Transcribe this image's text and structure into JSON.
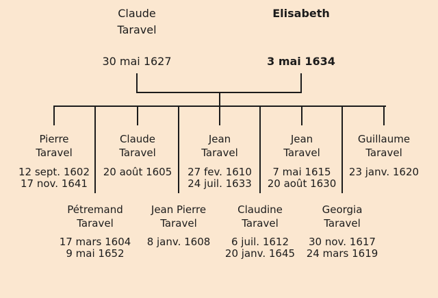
{
  "colors": {
    "background": "#FBE7D0",
    "line": "#1B1B1B",
    "text": "#1B1B1B"
  },
  "tree": {
    "parents": [
      {
        "name1": "Claude",
        "name2": "Taravel",
        "date1": "30 mai 1627"
      },
      {
        "name1": "Elisabeth",
        "date1": "3 mai 1634"
      }
    ],
    "children_top": [
      {
        "name1": "Pierre",
        "name2": "Taravel",
        "date1": "12 sept. 1602",
        "date2": "17 nov. 1641"
      },
      {
        "name1": "Claude",
        "name2": "Taravel",
        "date1": "20 août 1605"
      },
      {
        "name1": "Jean",
        "name2": "Taravel",
        "date1": "27 fev. 1610",
        "date2": "24 juil. 1633"
      },
      {
        "name1": "Jean",
        "name2": "Taravel",
        "date1": "7 mai 1615",
        "date2": "20 août 1630"
      },
      {
        "name1": "Guillaume",
        "name2": "Taravel",
        "date1": "23 janv. 1620"
      }
    ],
    "children_bottom": [
      {
        "name1": "Pétremand",
        "name2": "Taravel",
        "date1": "17 mars 1604",
        "date2": "9 mai 1652"
      },
      {
        "name1": "Jean Pierre",
        "name2": "Taravel",
        "date1": "8 janv. 1608"
      },
      {
        "name1": "Claudine",
        "name2": "Taravel",
        "date1": "6 juil. 1612",
        "date2": "20 janv. 1645"
      },
      {
        "name1": "Georgia",
        "name2": "Taravel",
        "date1": "30 nov. 1617",
        "date2": "24 mars 1619"
      }
    ]
  }
}
